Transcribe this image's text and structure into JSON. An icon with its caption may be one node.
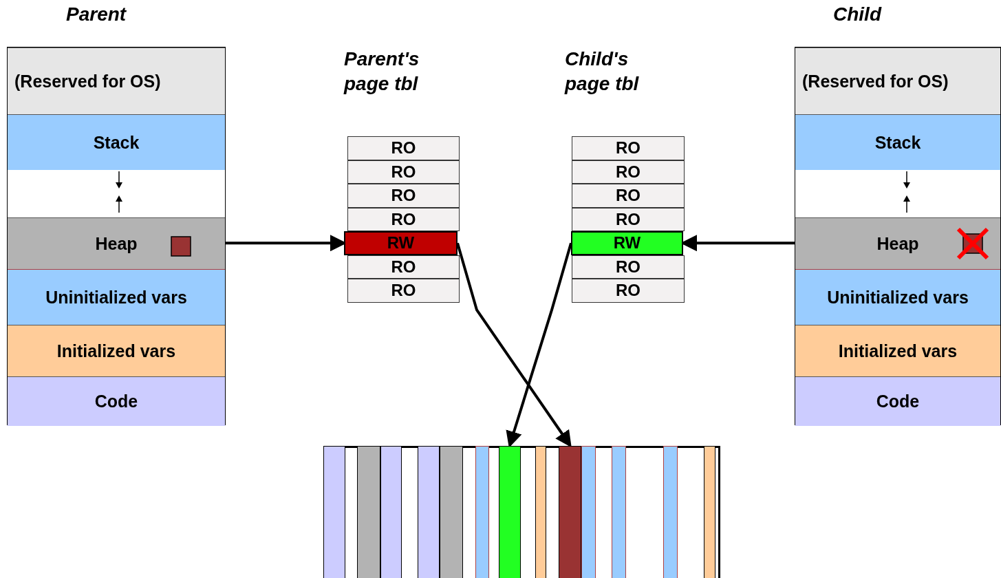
{
  "diagram": {
    "nodes": [
      {
        "text": [
          "Parent"
        ]
      },
      {
        "text": [
          "(Reserved for OS)"
        ],
        "in": 0
      },
      {
        "text": [
          "Stack"
        ],
        "in": 0
      },
      {
        "text": [
          "Heap"
        ],
        "in": 0
      },
      {
        "text": [
          "Uninitialized vars"
        ],
        "in": 0
      },
      {
        "text": [
          "Initialized vars"
        ],
        "in": 0
      },
      {
        "text": [
          "Code"
        ],
        "in": 0
      },
      {
        "text": [
          "Parent's page tbl"
        ]
      },
      {
        "text": [
          "RO"
        ],
        "in": 7
      },
      {
        "text": [
          "RO"
        ],
        "in": 7
      },
      {
        "text": [
          "RO"
        ],
        "in": 7
      },
      {
        "text": [
          "RO"
        ],
        "in": 7
      },
      {
        "text": [
          "RW"
        ],
        "in": 7
      },
      {
        "text": [
          "RO"
        ],
        "in": 7
      },
      {
        "text": [
          "RO"
        ],
        "in": 7
      },
      {
        "text": [
          "Child's page tbl"
        ]
      },
      {
        "text": [
          "RO"
        ],
        "in": 15
      },
      {
        "text": [
          "RO"
        ],
        "in": 15
      },
      {
        "text": [
          "RO"
        ],
        "in": 15
      },
      {
        "text": [
          "RO"
        ],
        "in": 15
      },
      {
        "text": [
          "RW"
        ],
        "in": 15
      },
      {
        "text": [
          "RO"
        ],
        "in": 15
      },
      {
        "text": [
          "RO"
        ],
        "in": 15
      },
      {
        "text": [
          "Child"
        ]
      },
      {
        "text": [
          "(Reserved for OS)"
        ],
        "in": 23
      },
      {
        "text": [
          "Stack"
        ],
        "in": 23
      },
      {
        "text": [
          "Heap"
        ],
        "in": 23
      },
      {
        "text": [
          "Uninitialized vars"
        ],
        "in": 23
      },
      {
        "text": [
          "Initialized vars"
        ],
        "in": 23
      },
      {
        "text": [
          "Code"
        ],
        "in": 23
      },
      {
        "text": [],
        "shape": "box"
      },
      {
        "text": [],
        "shape": "bar",
        "in": 30
      },
      {
        "text": [],
        "shape": "bar",
        "in": 30
      }
    ],
    "edges": [
      {
        "from": 3,
        "to": 12,
        "arrow": "to"
      },
      {
        "from": 26,
        "to": 20,
        "arrow": "to"
      },
      {
        "from": 12,
        "to": 32,
        "arrow": "to"
      },
      {
        "from": 20,
        "to": 31,
        "arrow": "to"
      }
    ]
  }
}
